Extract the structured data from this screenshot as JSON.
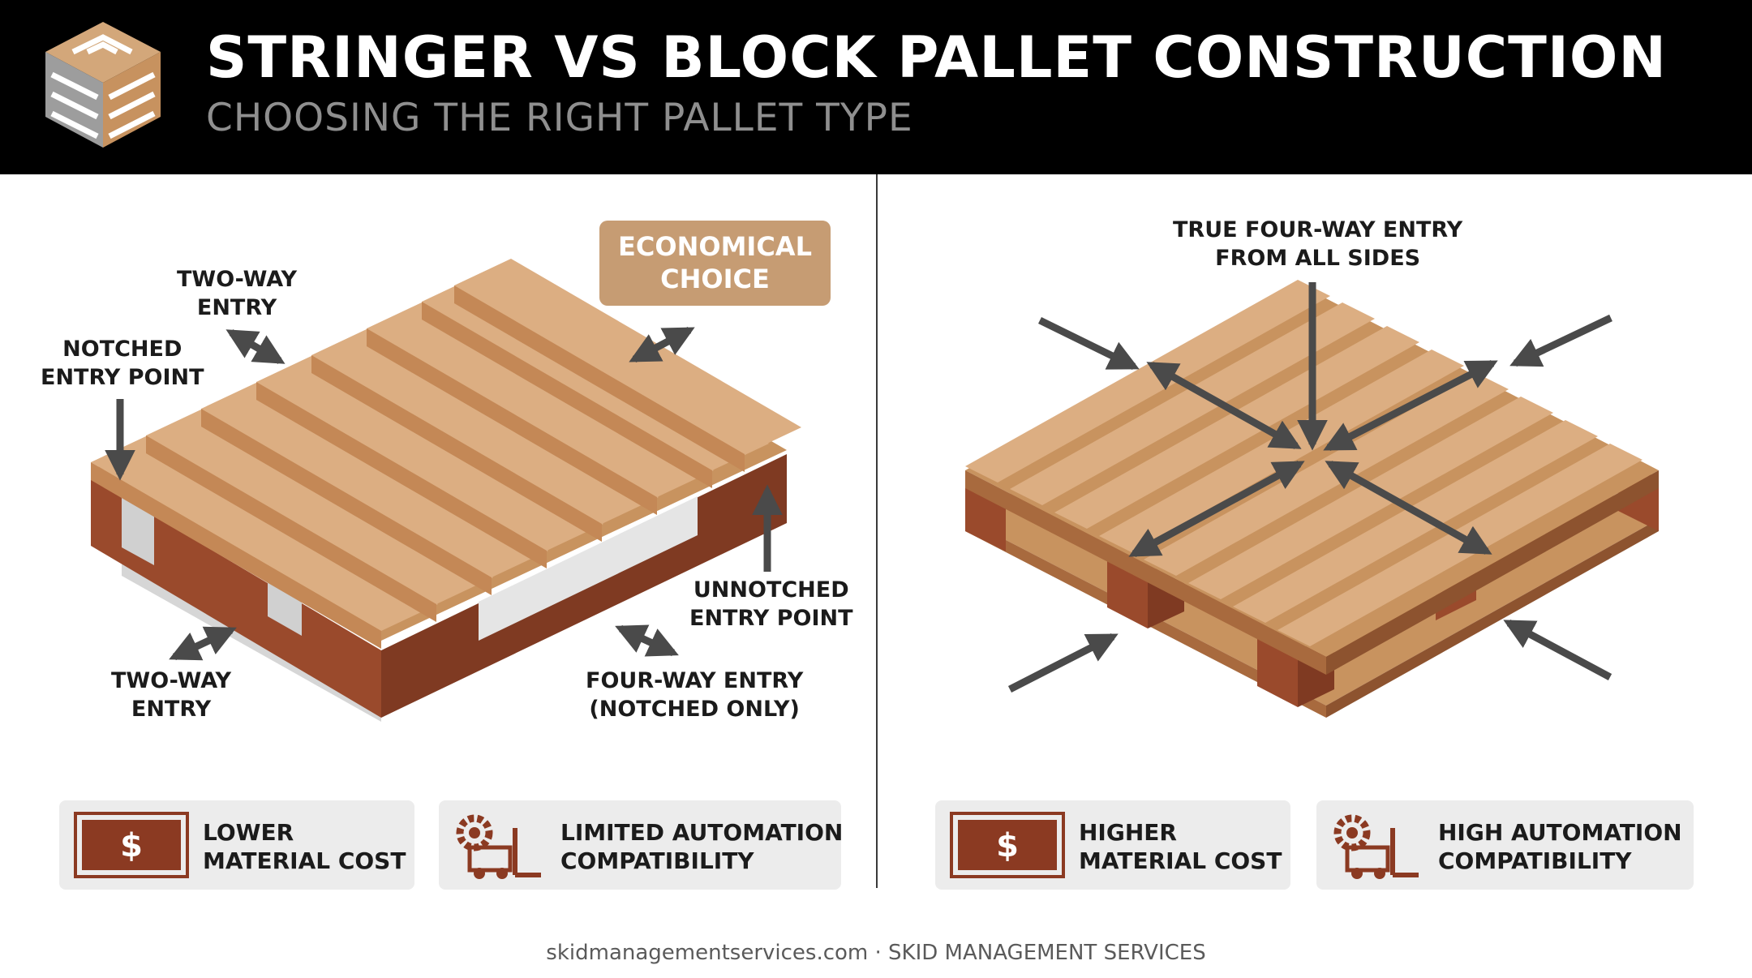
{
  "header": {
    "title": "STRINGER VS BLOCK PALLET CONSTRUCTION",
    "subtitle": "CHOOSING THE RIGHT PALLET TYPE",
    "logo_icon": "pallet-stack-logo-icon"
  },
  "stringer": {
    "badge_line1": "ECONOMICAL",
    "badge_line2": "CHOICE",
    "labels": {
      "two_way_top_1": "TWO-WAY",
      "two_way_top_2": "ENTRY",
      "notched_1": "NOTCHED",
      "notched_2": "ENTRY POINT",
      "two_way_bottom_1": "TWO-WAY",
      "two_way_bottom_2": "ENTRY",
      "unnotched_1": "UNNOTCHED",
      "unnotched_2": "ENTRY POINT",
      "four_way_1": "FOUR-WAY ENTRY",
      "four_way_2": "(NOTCHED ONLY)"
    },
    "cards": [
      {
        "icon": "dollar-bill-icon",
        "line1": "LOWER",
        "line2": "MATERIAL COST"
      },
      {
        "icon": "gear-forklift-icon",
        "line1": "LIMITED AUTOMATION",
        "line2": "COMPATIBILITY"
      }
    ]
  },
  "block": {
    "labels": {
      "true_four_way_1": "TRUE FOUR-WAY ENTRY",
      "true_four_way_2": "FROM ALL SIDES"
    },
    "cards": [
      {
        "icon": "dollar-bill-icon",
        "line1": "HIGHER",
        "line2": "MATERIAL COST"
      },
      {
        "icon": "gear-forklift-icon",
        "line1": "HIGH AUTOMATION",
        "line2": "COMPATIBILITY"
      }
    ]
  },
  "footer": "skidmanagementservices.com · SKID MANAGEMENT SERVICES",
  "colors": {
    "header_bg": "#000000",
    "wood_light": "#d9ab7e",
    "wood_mid": "#c8935f",
    "wood_dark": "#9a4a2c",
    "badge": "#c69c73",
    "arrow": "#4a4a4a",
    "card_bg": "#ececec",
    "icon_red": "#8b3a22"
  }
}
